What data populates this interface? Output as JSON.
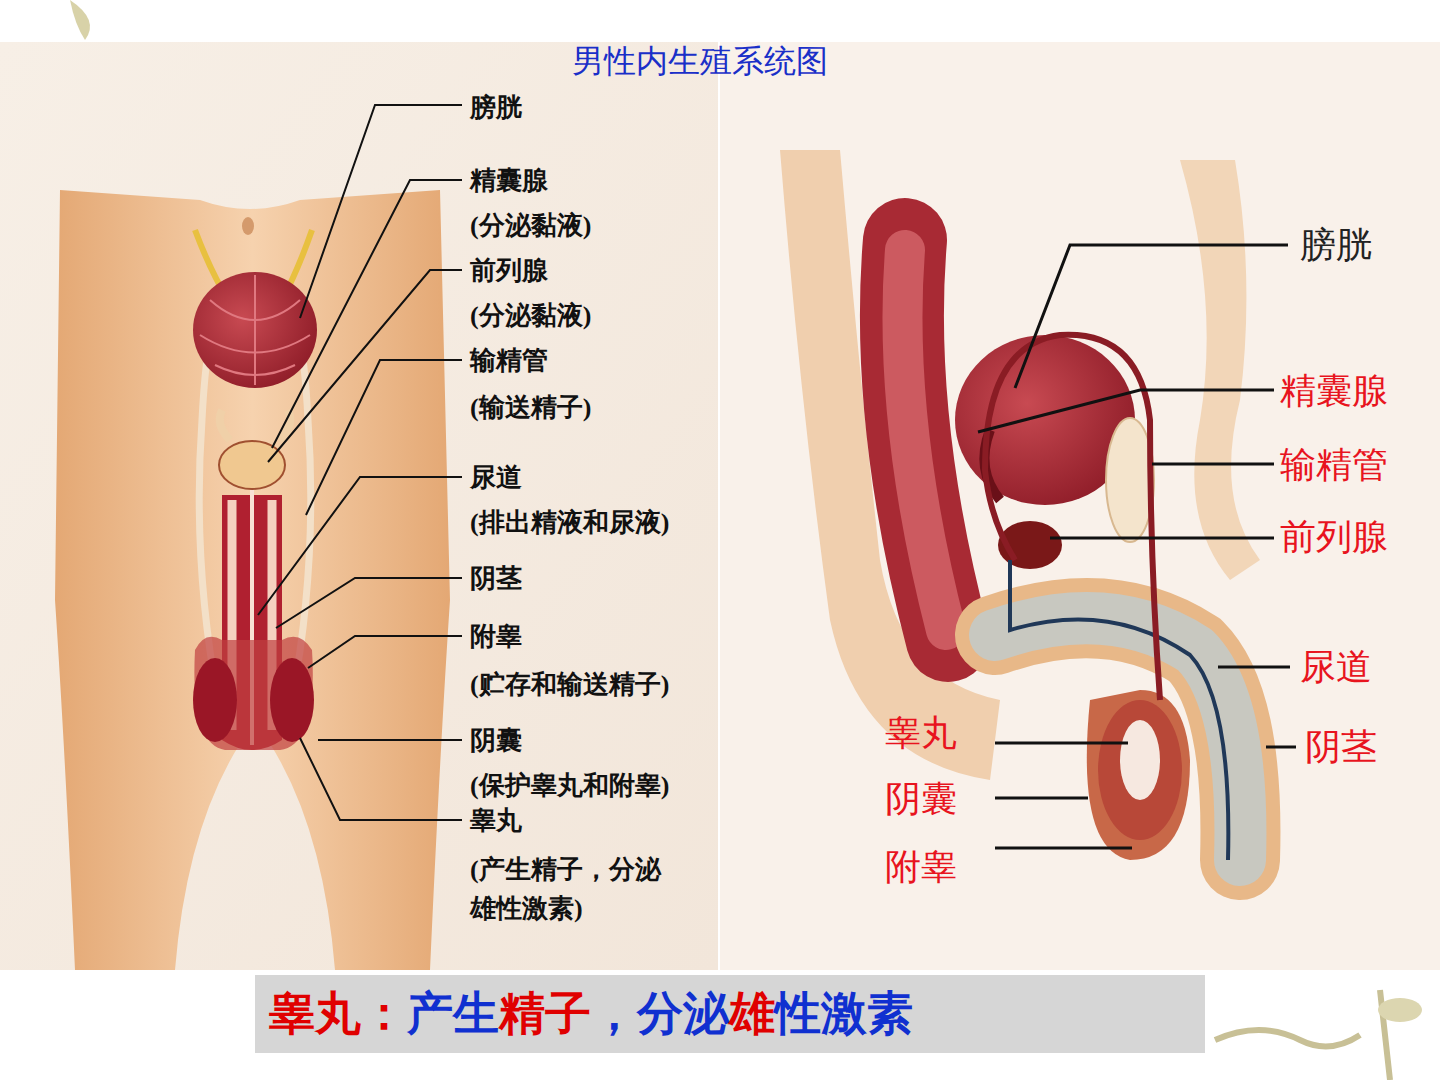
{
  "diagram": {
    "title": "男性内生殖系统图",
    "nodes": [
      {
        "text": [
          "睾丸：",
          "产生",
          "精子",
          "，分泌",
          "雄",
          "性激素"
        ]
      }
    ],
    "labels": [
      "膀胱",
      "精囊腺",
      "(分泌黏液)",
      "前列腺",
      "(分泌黏液)",
      "输精管",
      "(输送精子)",
      "尿道",
      "(排出精液和尿液)",
      "阴茎",
      "附睾",
      "(贮存和输送精子)",
      "阴囊",
      "(保护睾丸和附睾)",
      "睾丸",
      "(产生精子，分泌 雄性激素)",
      "膀胱",
      "精囊腺",
      "输精管",
      "前列腺",
      "尿道",
      "阴茎",
      "睾丸",
      "阴囊",
      "附睾"
    ]
  }
}
